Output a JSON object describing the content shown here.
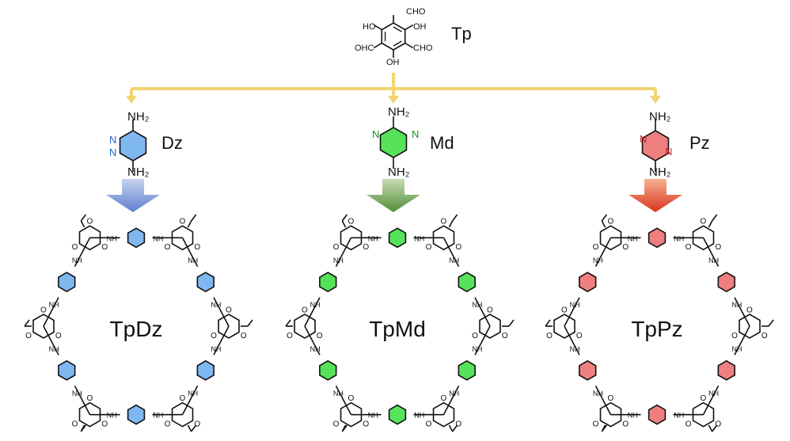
{
  "top": {
    "label": "Tp",
    "groups": [
      "CHO",
      "HO",
      "OH",
      "OHC",
      "CHO",
      "OH"
    ]
  },
  "colors": {
    "arrow": "#f2d472",
    "black": "#111111",
    "Dz": "#7fb7f0",
    "Md": "#56e35a",
    "Pz": "#f07f80",
    "ring_N_Dz": "#1f5fd6",
    "ring_N_Md": "#1a8f1d",
    "ring_N_Pz": "#d3262b",
    "arrow_blue_top": "#c6d2ee",
    "arrow_blue_bottom": "#5f7fcf",
    "arrow_green_top": "#c8dcb4",
    "arrow_green_bottom": "#4f8e37",
    "arrow_red_top": "#f7b28f",
    "arrow_red_bottom": "#d8331f"
  },
  "monomers": [
    {
      "name": "Dz",
      "nh2_top": "NH₂",
      "nh2_bottom": "NH₂",
      "n_labels": [
        "N",
        "N"
      ]
    },
    {
      "name": "Md",
      "nh2_top": "NH₂",
      "nh2_bottom": "NH₂",
      "n_labels": [
        "N",
        "N"
      ]
    },
    {
      "name": "Pz",
      "nh2_top": "NH₂",
      "nh2_bottom": "NH₂",
      "n_labels": [
        "N",
        "N"
      ]
    }
  ],
  "frameworks": [
    {
      "name": "TpDz",
      "atom_o": "O",
      "atom_nh": "NH"
    },
    {
      "name": "TpMd",
      "atom_o": "O",
      "atom_nh": "NH"
    },
    {
      "name": "TpPz",
      "atom_o": "O",
      "atom_nh": "NH"
    }
  ]
}
